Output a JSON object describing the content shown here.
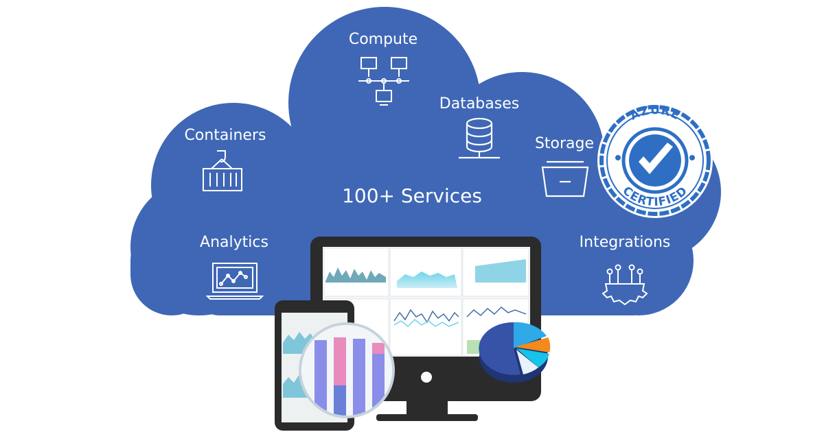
{
  "headline": "100+ Services",
  "services": {
    "compute": "Compute",
    "databases": "Databases",
    "storage": "Storage",
    "containers": "Containers",
    "analytics": "Analytics",
    "integrations": "Integrations"
  },
  "badge": {
    "top_text": "AZURE",
    "bottom_text": "CERTIFIED"
  },
  "colors": {
    "cloud": "#3f67b5",
    "badge": "#2e6fc4",
    "device_frame": "#2b2b2b",
    "bar_purple": "#8a8ee8",
    "bar_pink": "#e88bbd",
    "pie_blue": "#3653a8",
    "pie_cyan": "#2fa9e8",
    "pie_orange": "#f28a1d"
  },
  "icons": {
    "compute": "network-icon",
    "databases": "database-icon",
    "storage": "storage-box-icon",
    "containers": "container-crane-icon",
    "analytics": "laptop-chart-icon",
    "integrations": "gear-circuit-icon",
    "badge": "checkmark-icon"
  }
}
